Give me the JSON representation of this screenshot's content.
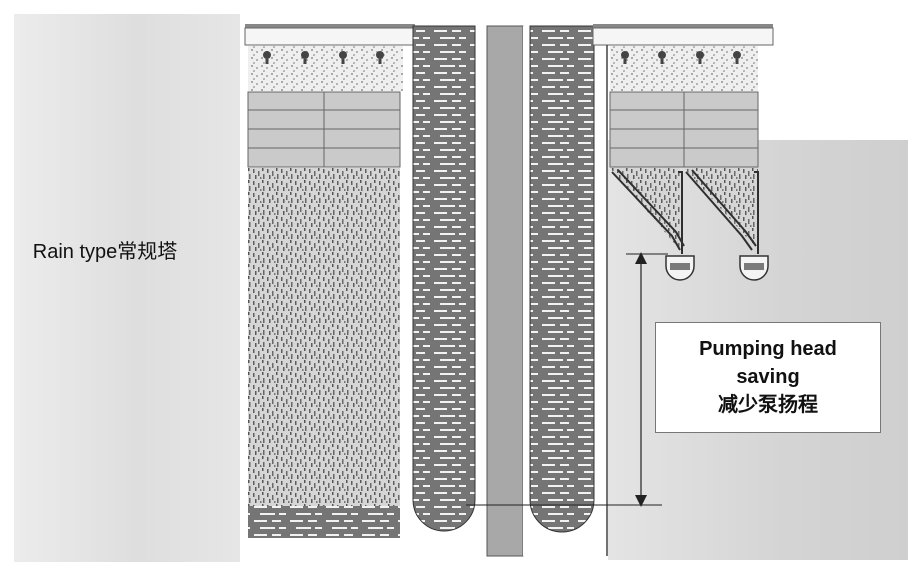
{
  "labels": {
    "rain_type": "Rain type常规塔",
    "pumping_line1": "Pumping head",
    "pumping_line2": "saving",
    "pumping_line3": "减少泵扬程"
  },
  "colors": {
    "fill_dark": "#6f6f6f",
    "fill_medium": "#a9a9a9",
    "fill_panel": "#c9c9c9",
    "water_light": "#f4f4f4",
    "outline": "#2a2a2a"
  },
  "icons": {
    "nozzle": "spray-nozzle-icon",
    "arrow": "double-headed-arrow"
  }
}
